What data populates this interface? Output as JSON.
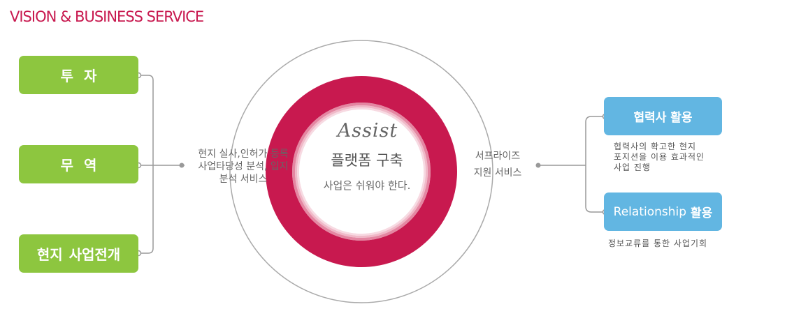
{
  "colors": {
    "title": "#c8194f",
    "green": "#8dc63f",
    "blue": "#62b6e2",
    "ring": "#c8194f",
    "line": "#999999"
  },
  "header": {
    "title": "VISION & BUSINESS SERVICE"
  },
  "left_boxes": [
    {
      "label": "투 자"
    },
    {
      "label": "무 역"
    },
    {
      "label": "현지 사업전개"
    }
  ],
  "left_text": {
    "line1": "현지 실사,인허가 등록",
    "line2": "사업타당성 분석, 입지",
    "line3": "분석 서비스"
  },
  "center": {
    "assist": "Assist",
    "platform": "플랫폼 구축",
    "slogan": "사업은 쉬워야 한다."
  },
  "right_text": {
    "line1": "서프라이즈",
    "line2": "지원 서비스"
  },
  "right_boxes": [
    {
      "label_thin": "",
      "label_bold": "협력사 활용",
      "desc": [
        "협력사의 확고한 현지",
        "포지션을 이용 효과적인",
        "사업 진행"
      ]
    },
    {
      "label_thin": "Relationship",
      "label_bold": "활용",
      "desc": [
        "정보교류를 통한 사업기회"
      ]
    }
  ]
}
